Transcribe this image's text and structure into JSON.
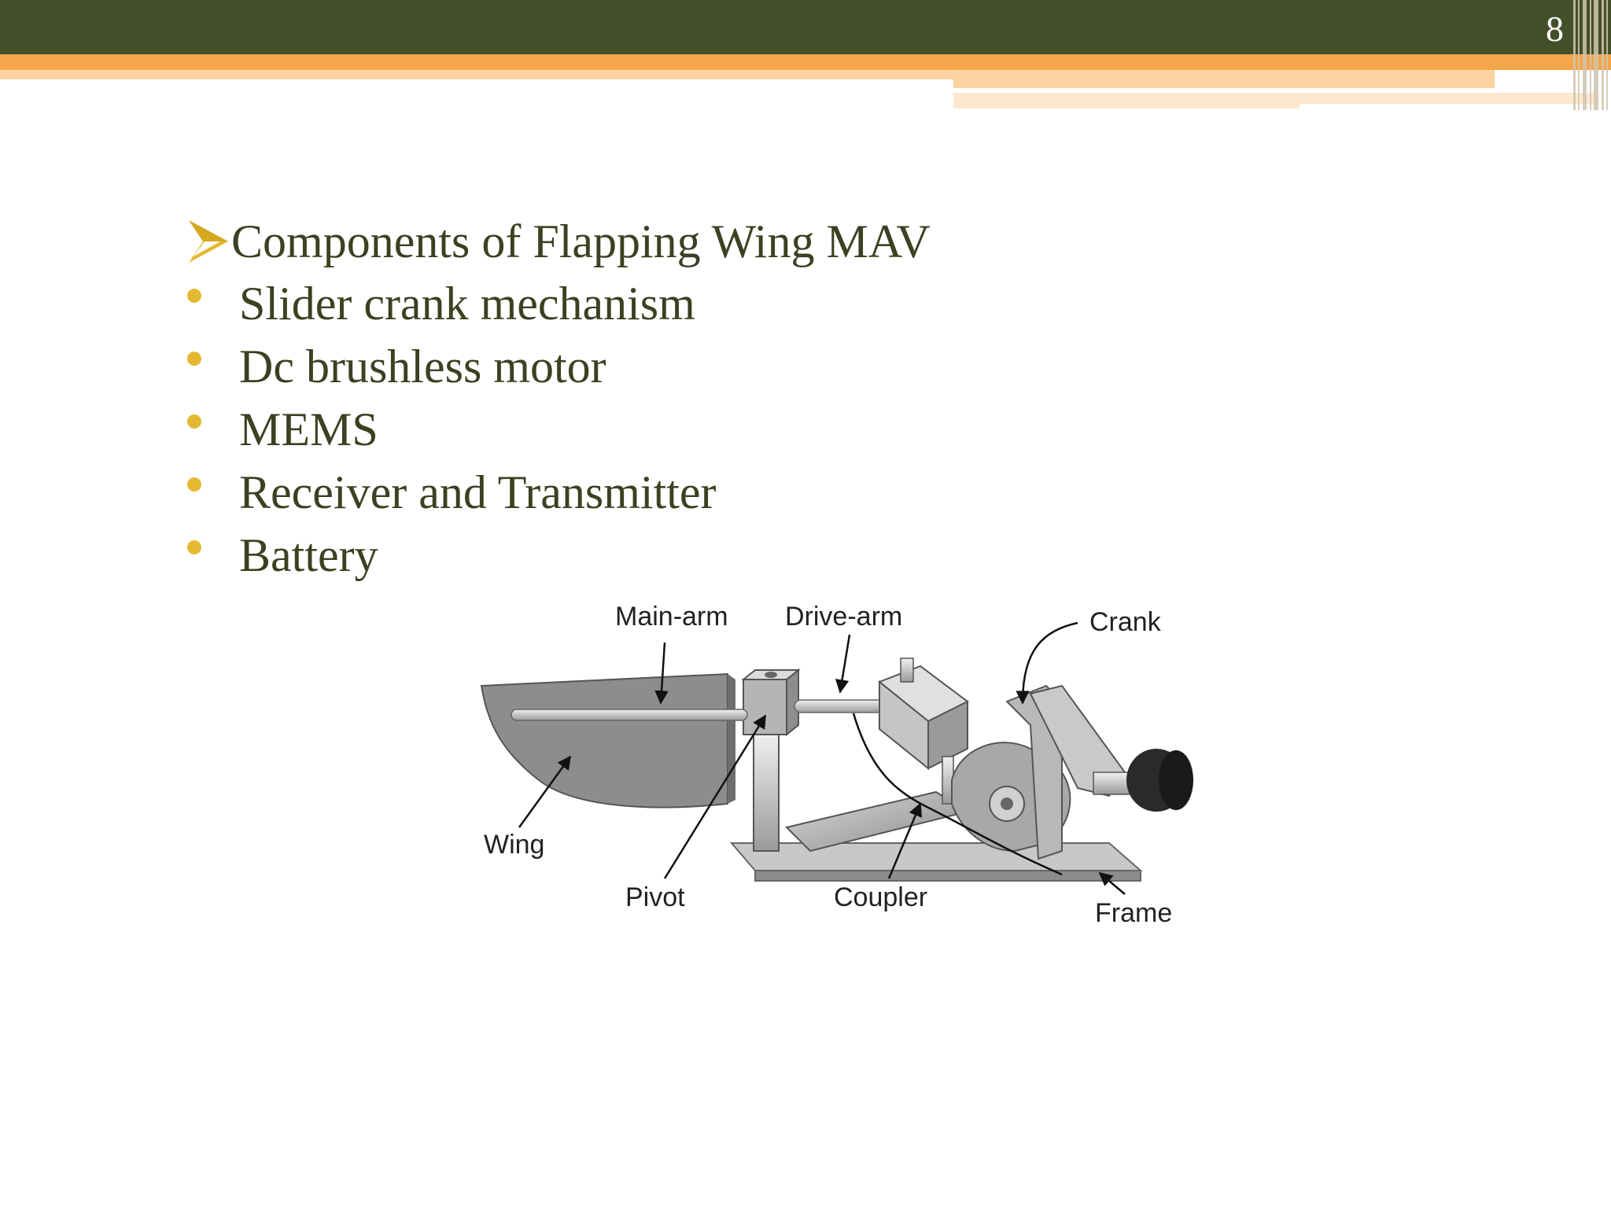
{
  "slide": {
    "page_number": "8",
    "heading": "Components of Flapping Wing MAV",
    "bullets": [
      "Slider crank mechanism",
      "Dc brushless motor",
      "MEMS",
      "Receiver and Transmitter",
      "Battery"
    ]
  },
  "figure": {
    "labels": {
      "main_arm": "Main-arm",
      "drive_arm": "Drive-arm",
      "crank": "Crank",
      "wing": "Wing",
      "pivot": "Pivot",
      "coupler": "Coupler",
      "frame": "Frame"
    }
  },
  "colors": {
    "header_green": "#454f29",
    "header_orange": "#f5a54a",
    "text": "#3b4121",
    "bullet": "#e4b932",
    "arrow_bullet": "#e4b932"
  },
  "icons": {
    "heading_marker": "arrow-bullet-icon",
    "list_marker": "dot-bullet-icon"
  }
}
